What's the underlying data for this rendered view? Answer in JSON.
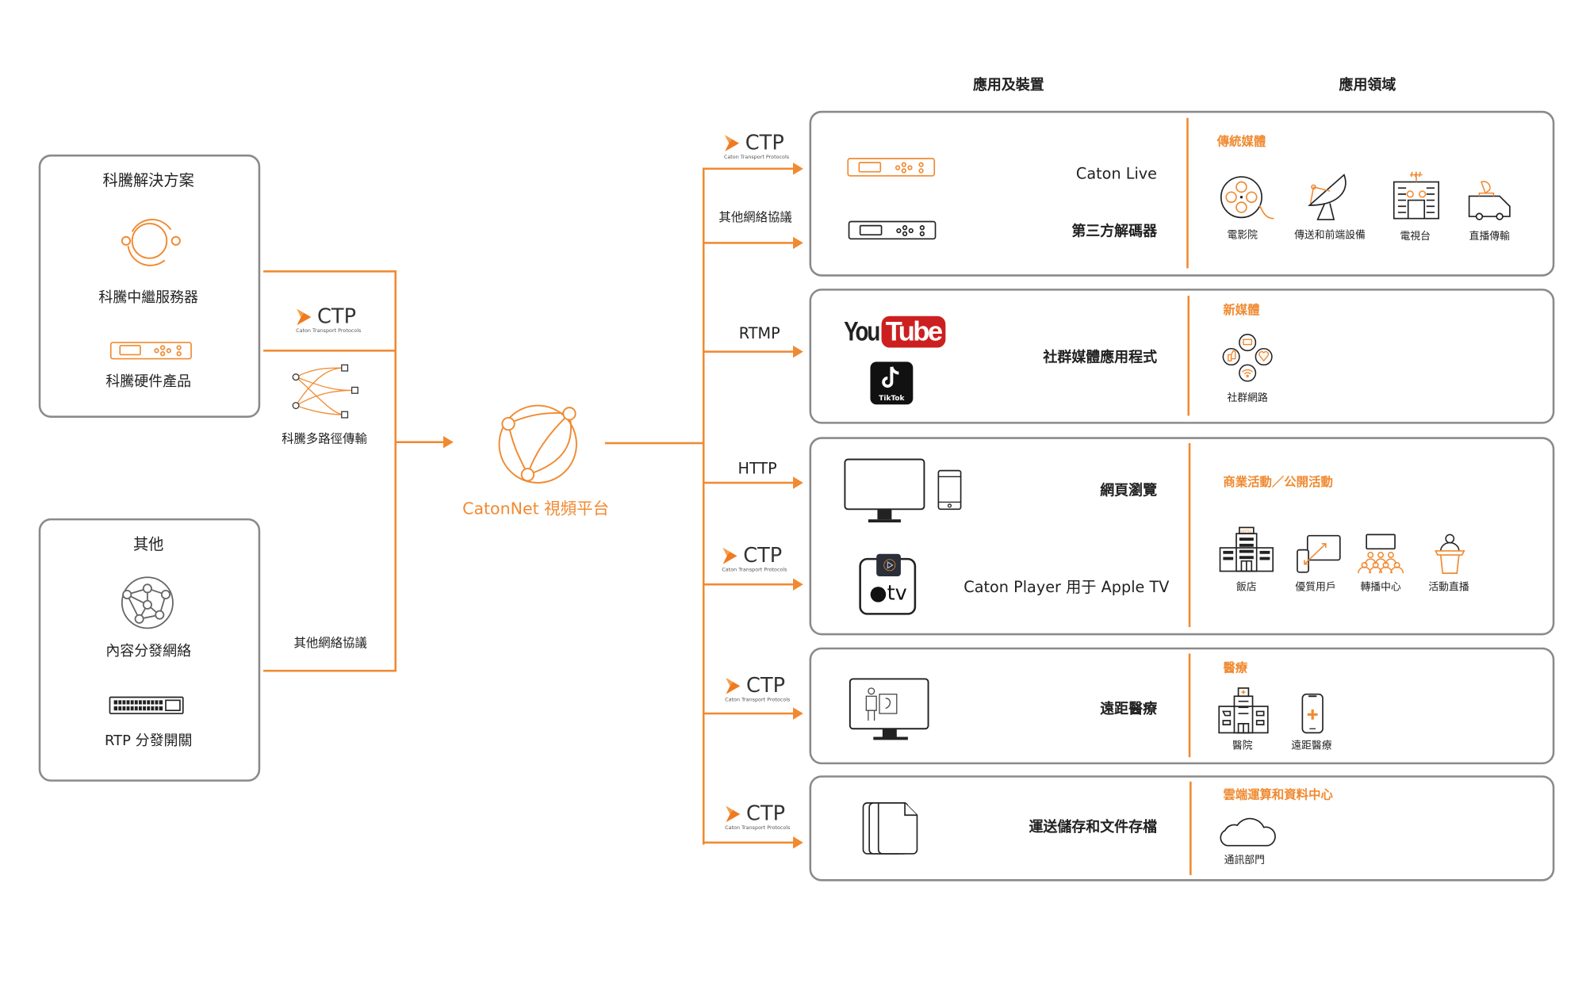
{
  "colors": {
    "accent": "#f08a31",
    "border": "#8a8a8a",
    "text": "#222222"
  },
  "headers": {
    "devices": "應用及裝置",
    "fields": "應用領域"
  },
  "left": {
    "caton_box": {
      "title": "科騰解決方案",
      "items": [
        {
          "label": "科騰中繼服務器",
          "icon": "relay-server-icon"
        },
        {
          "label": "科騰硬件產品",
          "icon": "hardware-device-icon"
        }
      ]
    },
    "other_box": {
      "title": "其他",
      "items": [
        {
          "label": "內容分發網絡",
          "icon": "cdn-network-icon"
        },
        {
          "label": "RTP 分發開關",
          "icon": "network-switch-icon"
        }
      ]
    }
  },
  "ctp_logo": {
    "name": "CTP",
    "tagline": "Caton Transport Protocols"
  },
  "links": {
    "multipath": "科騰多路徑傳輸",
    "other_protocols": "其他網絡協議"
  },
  "platform": {
    "label": "CatonNet 視頻平台"
  },
  "outputs": [
    {
      "protocol": "CTP",
      "devices": [
        {
          "label": "Caton Live"
        }
      ]
    },
    {
      "protocol": "其他網絡協議",
      "devices": [
        {
          "label": "第三方解碼器"
        }
      ]
    },
    {
      "protocol": "RTMP",
      "devices": [
        {
          "label": "社群媒體應用程式"
        }
      ],
      "logos": [
        "YouTube",
        "TikTok"
      ]
    },
    {
      "protocol": "HTTP",
      "devices": [
        {
          "label": "網頁瀏覽"
        }
      ]
    },
    {
      "protocol": "CTP",
      "devices": [
        {
          "label": "Caton Player 用于 Apple TV"
        }
      ],
      "logos": [
        "tv"
      ]
    },
    {
      "protocol": "CTP",
      "devices": [
        {
          "label": "遠距醫療"
        }
      ]
    },
    {
      "protocol": "CTP",
      "devices": [
        {
          "label": "運送儲存和文件存檔"
        }
      ]
    }
  ],
  "youtube": {
    "you": "You",
    "tube": "Tube"
  },
  "tiktok": "TikTok",
  "appletv": "tv",
  "fields": [
    {
      "category": "傳統媒體",
      "items": [
        "電影院",
        "傳送和前端設備",
        "電視台",
        "直播傳輸"
      ]
    },
    {
      "category": "新媒體",
      "items": [
        "社群網路"
      ]
    },
    {
      "category": "商業活動／公開活動",
      "items": [
        "飯店",
        "優質用戶",
        "轉播中心",
        "活動直播"
      ]
    },
    {
      "category": "醫療",
      "items": [
        "醫院",
        "遠距醫療"
      ]
    },
    {
      "category": "雲端運算和資料中心",
      "items": [
        "通訊部門"
      ]
    }
  ],
  "hotel_sign": "HOTEL"
}
